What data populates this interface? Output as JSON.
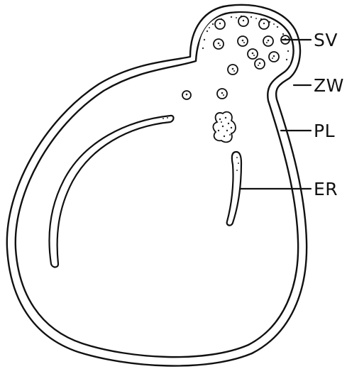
{
  "labels": {
    "sv": "SV",
    "zw": "ZW",
    "pl": "PL",
    "er": "ER"
  }
}
